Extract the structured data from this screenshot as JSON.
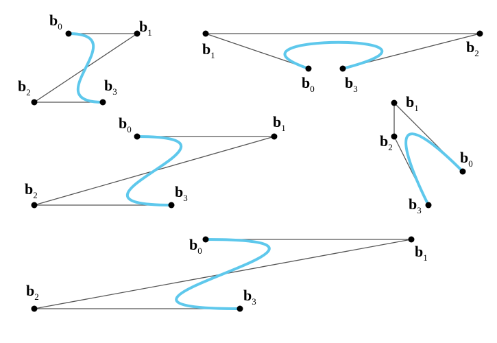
{
  "style": {
    "curve_color": "#5ec8ec",
    "polygon_color": "#555555",
    "point_color": "#000000",
    "background": "#ffffff"
  },
  "label_letter": "b",
  "diagrams": [
    {
      "id": "diagram-top-left",
      "points": [
        {
          "label": "b0",
          "sub": "0"
        },
        {
          "label": "b1",
          "sub": "1"
        },
        {
          "label": "b2",
          "sub": "2"
        },
        {
          "label": "b3",
          "sub": "3"
        }
      ]
    },
    {
      "id": "diagram-top-right",
      "points": [
        {
          "label": "b0",
          "sub": "0"
        },
        {
          "label": "b1",
          "sub": "1"
        },
        {
          "label": "b2",
          "sub": "2"
        },
        {
          "label": "b3",
          "sub": "3"
        }
      ]
    },
    {
      "id": "diagram-middle",
      "points": [
        {
          "label": "b0",
          "sub": "0"
        },
        {
          "label": "b1",
          "sub": "1"
        },
        {
          "label": "b2",
          "sub": "2"
        },
        {
          "label": "b3",
          "sub": "3"
        }
      ]
    },
    {
      "id": "diagram-right-small",
      "points": [
        {
          "label": "b0",
          "sub": "0"
        },
        {
          "label": "b1",
          "sub": "1"
        },
        {
          "label": "b2",
          "sub": "2"
        },
        {
          "label": "b3",
          "sub": "3"
        }
      ]
    },
    {
      "id": "diagram-bottom",
      "points": [
        {
          "label": "b0",
          "sub": "0"
        },
        {
          "label": "b1",
          "sub": "1"
        },
        {
          "label": "b2",
          "sub": "2"
        },
        {
          "label": "b3",
          "sub": "3"
        }
      ]
    }
  ]
}
